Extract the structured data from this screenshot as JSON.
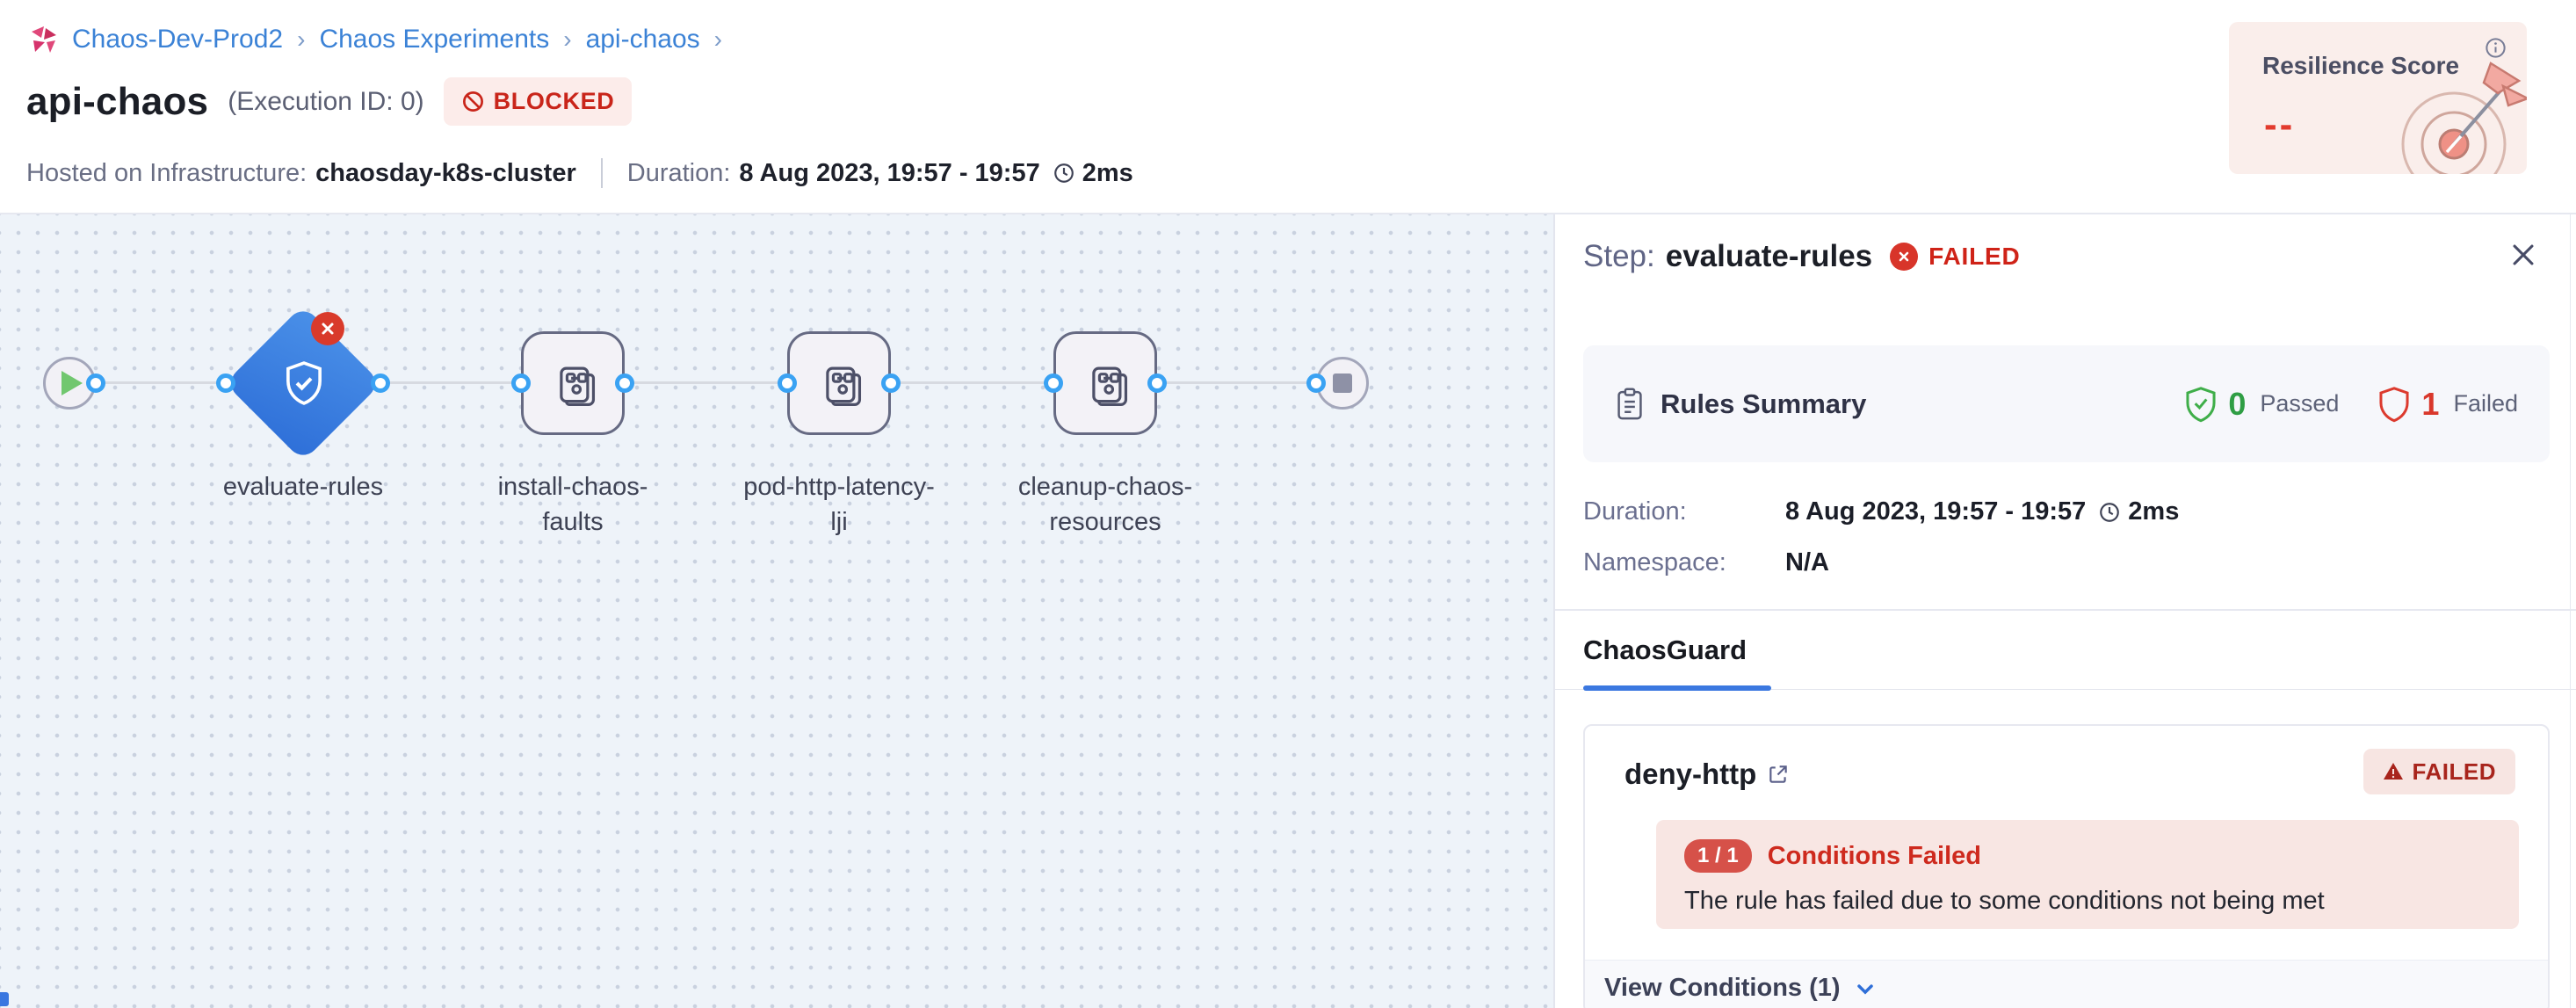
{
  "breadcrumb": {
    "items": [
      {
        "label": "Chaos-Dev-Prod2"
      },
      {
        "label": "Chaos Experiments"
      },
      {
        "label": "api-chaos"
      }
    ],
    "separator": "›"
  },
  "header": {
    "title": "api-chaos",
    "execution_id": "(Execution ID: 0)",
    "status_badge": "BLOCKED",
    "infrastructure_label": "Hosted on Infrastructure:",
    "infrastructure_value": "chaosday-k8s-cluster",
    "duration_label": "Duration:",
    "duration_value": "8 Aug 2023, 19:57 - 19:57",
    "duration_ms": "2ms"
  },
  "resilience": {
    "title": "Resilience Score",
    "value": "--"
  },
  "pipeline": {
    "labels": [
      {
        "line1": "evaluate-rules",
        "line2": ""
      },
      {
        "line1": "install-chaos-",
        "line2": "faults"
      },
      {
        "line1": "pod-http-latency-",
        "line2": "lji"
      },
      {
        "line1": "cleanup-chaos-",
        "line2": "resources"
      }
    ]
  },
  "panel": {
    "step_label": "Step:",
    "step_name": "evaluate-rules",
    "step_status": "FAILED",
    "rules_summary": {
      "title": "Rules Summary",
      "passed_count": "0",
      "passed_label": "Passed",
      "failed_count": "1",
      "failed_label": "Failed"
    },
    "duration_label": "Duration:",
    "duration_value": "8 Aug 2023, 19:57 - 19:57",
    "duration_ms": "2ms",
    "namespace_label": "Namespace:",
    "namespace_value": "N/A",
    "tab": "ChaosGuard",
    "rule_card": {
      "name": "deny-http",
      "status": "FAILED",
      "conditions_ratio": "1 / 1",
      "conditions_title": "Conditions Failed",
      "conditions_message": "The rule has failed due to some conditions not being met",
      "footer": "View Conditions (1)"
    }
  },
  "colors": {
    "link_blue": "#3b82d6",
    "accent_blue": "#3b78e0",
    "diamond_blue": "#3a82e2",
    "error_red": "#cf2318",
    "success_green": "#2f9e44",
    "canvas_bg": "#eef3f9",
    "blocked_bg": "#fcecea",
    "resilience_bg": "#faeeeb"
  }
}
